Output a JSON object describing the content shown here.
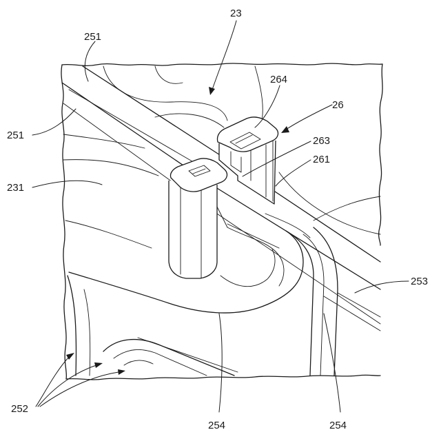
{
  "figure": {
    "labels": {
      "l23": "23",
      "l251_top": "251",
      "l251_left": "251",
      "l231": "231",
      "l264": "264",
      "l26": "26",
      "l263": "263",
      "l261": "261",
      "l253": "253",
      "l252": "252",
      "l254_mid": "254",
      "l254_right": "254"
    }
  }
}
